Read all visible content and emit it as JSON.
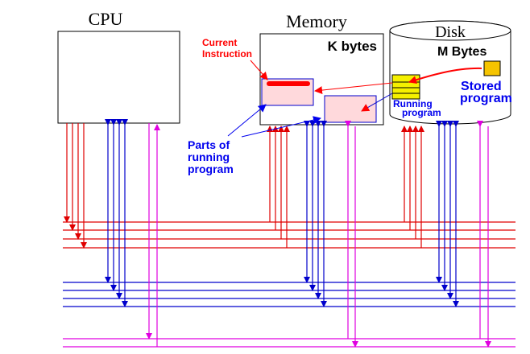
{
  "labels": {
    "cpu": "CPU",
    "memory": "Memory",
    "disk": "Disk",
    "k_bytes": "K bytes",
    "m_bytes": "M Bytes",
    "current_instruction_1": "Current",
    "current_instruction_2": "Instruction",
    "parts_1": "Parts of",
    "parts_2": "running",
    "parts_3": "program",
    "stored_1": "Stored",
    "stored_2": "program",
    "running_1": "Running",
    "running_2": "program"
  },
  "colors": {
    "address_bus": "#e00000",
    "data_bus": "#0000cc",
    "control_bus": "#e000e0",
    "label_red": "#ff0000",
    "label_blue": "#0000ee",
    "segment_fill": "#ffd9dc",
    "stored_program_fill": "#f5c400",
    "running_program_fill": "#f5f000",
    "disk_fill": "#ffffff"
  },
  "buses": {
    "address_lines": 4,
    "data_lines": 4,
    "control_lines": 2
  }
}
